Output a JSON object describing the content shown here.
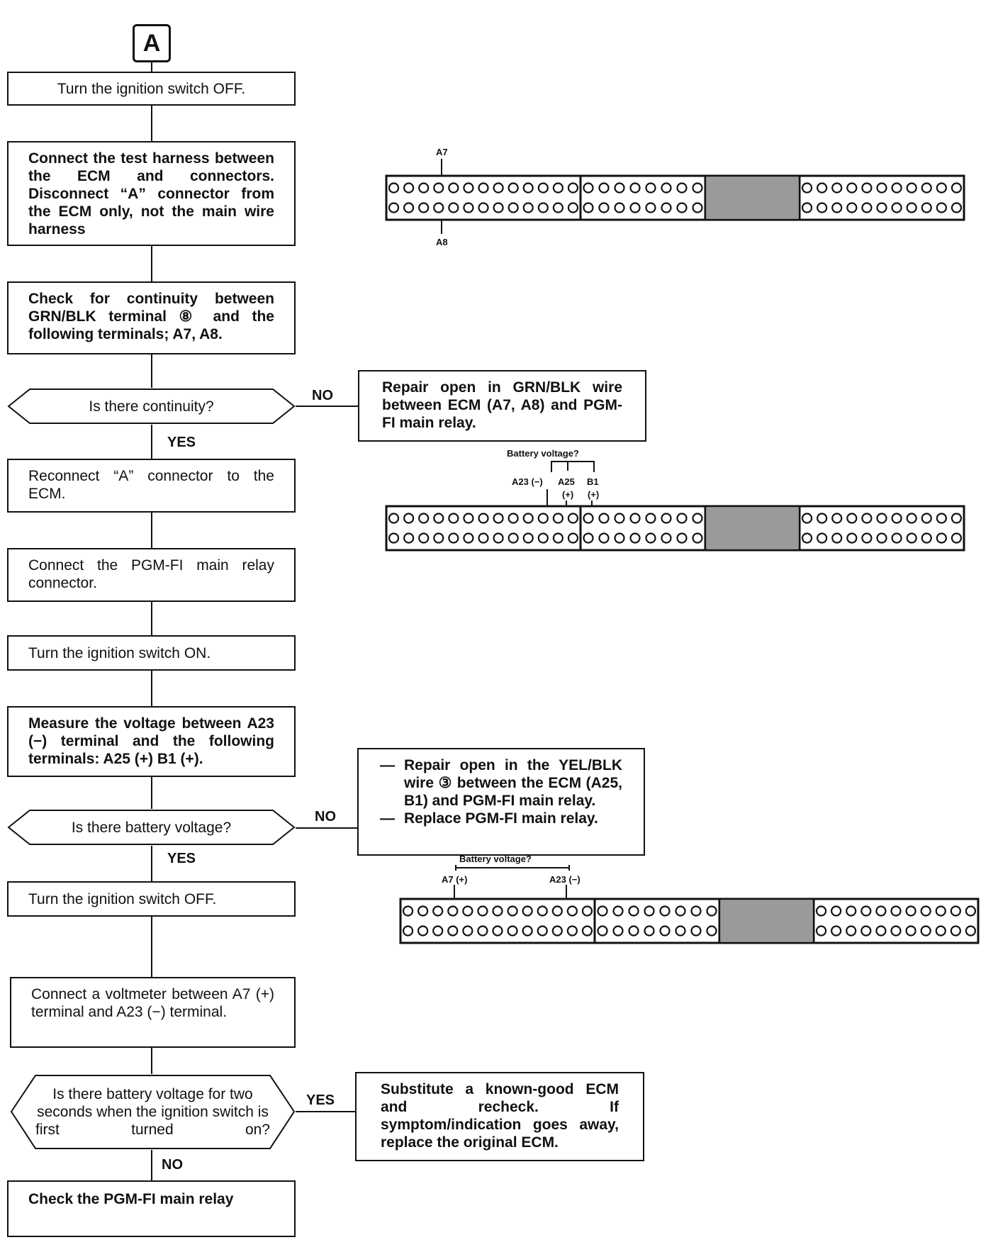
{
  "start_label": "A",
  "steps": {
    "s1": "Turn the ignition switch OFF.",
    "s2": "Connect the test harness between the ECM and connectors. Disconnect “A” connector from the ECM only, not the main wire harness",
    "s3": "Check for continuity between GRN/BLK terminal ⑧ and the following terminals; A7, A8.",
    "q1": "Is there continuity?",
    "r1": "Repair open in GRN/BLK wire between ECM (A7, A8) and PGM-FI main relay.",
    "s4": "Reconnect “A” connector to the ECM.",
    "s5": "Connect the PGM-FI main relay connector.",
    "s6": "Turn the ignition switch ON.",
    "s7": "Measure the voltage between A23 (−) terminal and the following terminals: A25 (+) B1 (+).",
    "q2": "Is there battery voltage?",
    "r2_items": [
      "Repair open in the YEL/BLK wire ③ between the ECM (A25, B1) and PGM-FI main relay.",
      "Replace PGM-FI main relay."
    ],
    "s8": "Turn the ignition switch OFF.",
    "s9": "Connect a voltmeter between A7 (+) terminal and A23 (−) terminal.",
    "q3": "Is there battery voltage for two seconds when the ignition switch is first turned on?",
    "r3": "Substitute a known-good ECM and recheck. If symptom/indication goes away, replace the original ECM.",
    "s10": "Check the PGM-FI main relay"
  },
  "branch_labels": {
    "no1": "NO",
    "yes1": "YES",
    "no2": "NO",
    "yes2": "YES",
    "yes3": "YES",
    "no3": "NO"
  },
  "connectors": {
    "c1": {
      "top_label": "A7",
      "bottom_label": "A8"
    },
    "c2": {
      "title": "Battery voltage?",
      "a23": "A23 (−)",
      "a25": "A25",
      "b1": "B1",
      "plus1": "(+)",
      "plus2": "(+)"
    },
    "c3": {
      "title": "Battery voltage?",
      "a7": "A7 (+)",
      "a23": "A23 (−)"
    }
  }
}
